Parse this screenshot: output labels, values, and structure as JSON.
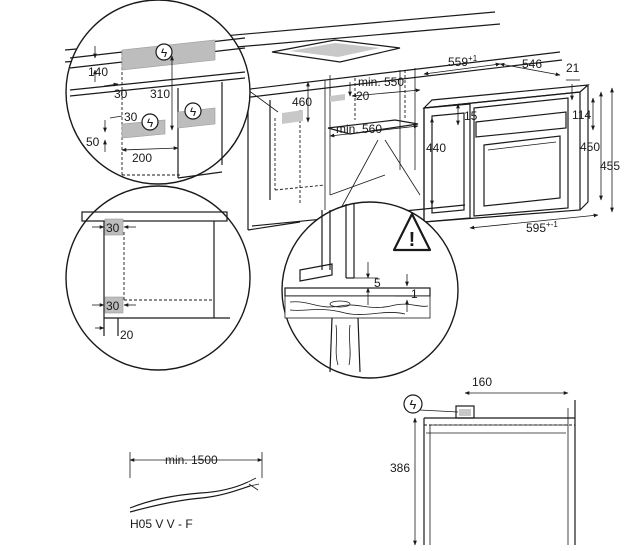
{
  "colors": {
    "line": "#1a1a1a",
    "highlight": "#c8c8c8",
    "background": "#ffffff"
  },
  "icons": {
    "power": "power-outlet-icon",
    "warning": "warning-triangle-icon"
  },
  "symbols": {
    "power": "ϟ",
    "warning": "!"
  },
  "dimensions": {
    "top_left": {
      "d140": "140",
      "d30a": "30",
      "d310": "310",
      "d30b": "30",
      "d50": "50",
      "d200": "200"
    },
    "cabinet": {
      "d460": "460",
      "d20": "20",
      "min550": "min. 550",
      "min560": "min. 560"
    },
    "oven": {
      "d559": "559",
      "d559_tol": "+1",
      "d546": "546",
      "d21": "21",
      "d15": "15",
      "d114": "114",
      "d440": "440",
      "d450": "450",
      "d455": "455",
      "d595": "595",
      "d595_tol": "+-1"
    },
    "mid_left": {
      "d30a": "30",
      "d30b": "30",
      "d20": "20"
    },
    "detail": {
      "d5": "5",
      "d1": "1"
    },
    "bottom_right": {
      "d160": "160",
      "d386": "386"
    },
    "cable": {
      "min1500": "min. 1500",
      "type": "H05 V V - F"
    }
  }
}
